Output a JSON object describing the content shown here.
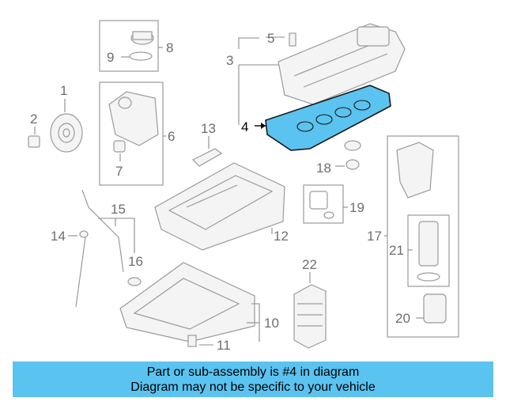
{
  "callouts": {
    "c1": "1",
    "c2": "2",
    "c3": "3",
    "c4": "4",
    "c5": "5",
    "c6": "6",
    "c7": "7",
    "c8": "8",
    "c9": "9",
    "c10": "10",
    "c11": "11",
    "c12": "12",
    "c13": "13",
    "c14": "14",
    "c15": "15",
    "c16": "16",
    "c17": "17",
    "c18": "18",
    "c19": "19",
    "c20": "20",
    "c21": "21",
    "c22": "22"
  },
  "highlighted_part": "4",
  "colors": {
    "highlight_fill": "#5bc3f0",
    "banner_bg": "#5bc3f0"
  },
  "banner": {
    "line1": "Part or sub-assembly is #4 in diagram",
    "line2": "Diagram may not be specific to your vehicle"
  }
}
